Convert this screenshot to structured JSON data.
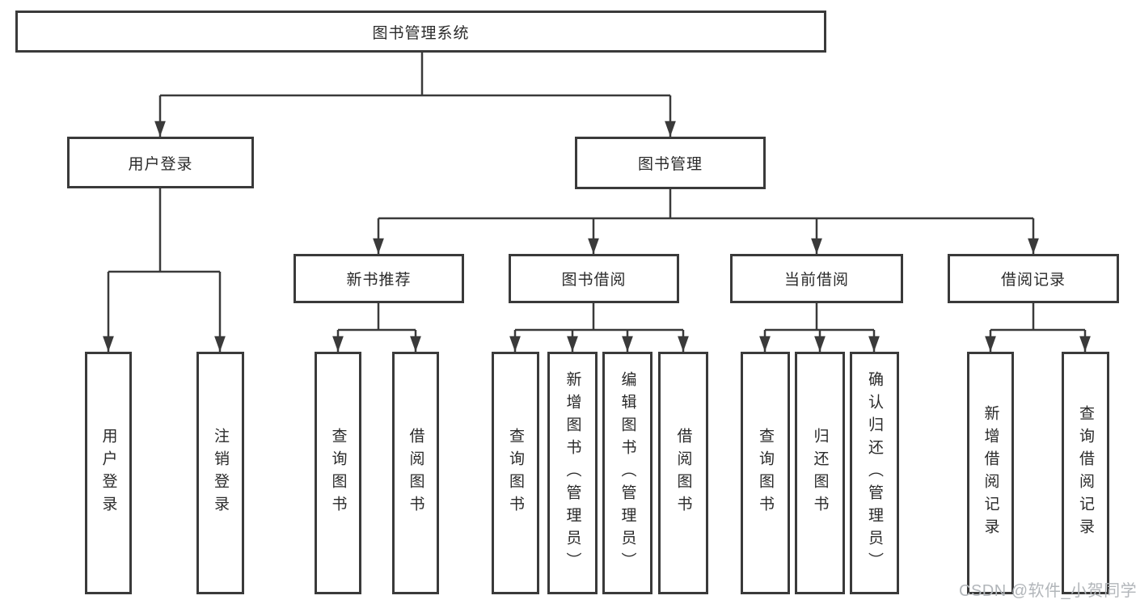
{
  "tree": {
    "label": "图书管理系统",
    "children": [
      {
        "label": "用户登录",
        "children": [
          {
            "label": "用户登录"
          },
          {
            "label": "注销登录"
          }
        ]
      },
      {
        "label": "图书管理",
        "children": [
          {
            "label": "新书推荐",
            "children": [
              {
                "label": "查询图书"
              },
              {
                "label": "借阅图书"
              }
            ]
          },
          {
            "label": "图书借阅",
            "children": [
              {
                "label": "查询图书"
              },
              {
                "label": "新增图书（管理员）"
              },
              {
                "label": "编辑图书（管理员）"
              },
              {
                "label": "借阅图书"
              }
            ]
          },
          {
            "label": "当前借阅",
            "children": [
              {
                "label": "查询图书"
              },
              {
                "label": "归还图书"
              },
              {
                "label": "确认归还（管理员）"
              }
            ]
          },
          {
            "label": "借阅记录",
            "children": [
              {
                "label": "新增借阅记录"
              },
              {
                "label": "查询借阅记录"
              }
            ]
          }
        ]
      }
    ]
  },
  "watermark": "CSDN @软件_小贺同学",
  "colors": {
    "line": "#3a3a3a",
    "text": "#2a2a2a",
    "watermark": "#b2b6ba",
    "background": "#ffffff"
  }
}
